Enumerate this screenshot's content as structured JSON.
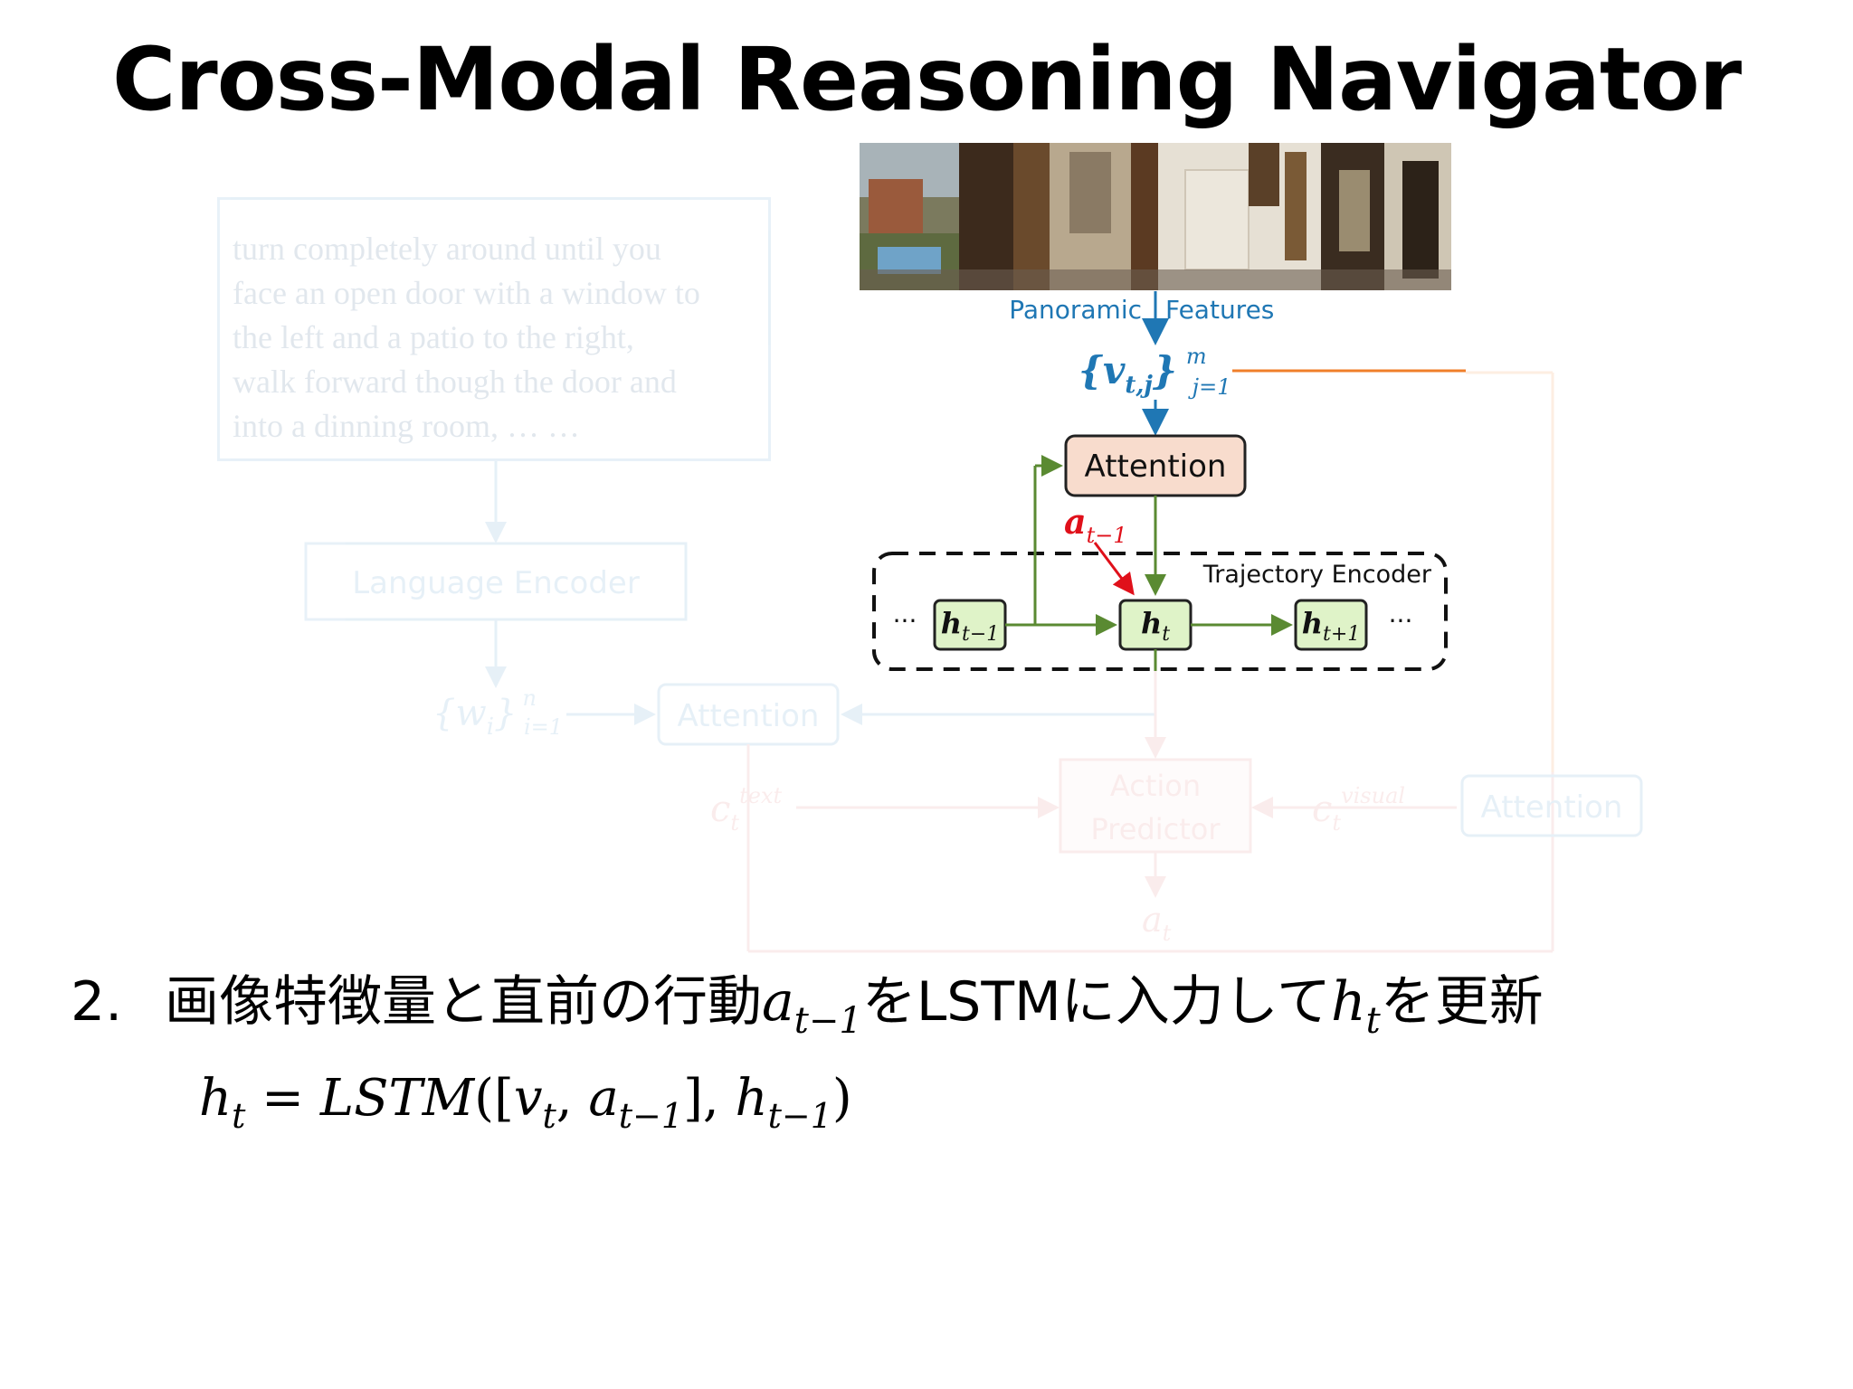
{
  "slide": {
    "title": "Cross-Modal Reasoning Navigator",
    "bullet_number": "2.",
    "bullet_text_1": "画像特徴量と直前の行動",
    "bullet_math_1": "a",
    "bullet_math_1_sub": "t−1",
    "bullet_text_2": "をLSTMに入力して",
    "bullet_math_2": "h",
    "bullet_math_2_sub": "t",
    "bullet_text_3": "を更新",
    "equation": {
      "lhs": "h",
      "lhs_sub": "t",
      "eq": " = ",
      "func": "LSTM",
      "open": "([",
      "v": "v",
      "v_sub": "t",
      "comma1": ", ",
      "a": "a",
      "a_sub": "t−1",
      "mid": "], ",
      "h": "h",
      "h_sub": "t−1",
      "close": ")"
    }
  },
  "diagram": {
    "instruction_text": "turn completely around until you\nface an open door with a window to\nthe left and a patio to the right,\nwalk forward though the door and\ninto a dinning room, … …",
    "language_encoder": "Language Encoder",
    "word_features": "{w",
    "word_features_sub": "i",
    "word_features_close": "}",
    "word_features_sup": "n",
    "word_features_range": "i=1",
    "text_attention": "Attention",
    "panoramic_label": "Panoramic",
    "features_label": "Features",
    "visual_features": "{v",
    "visual_features_sub": "t,j",
    "visual_features_close": "}",
    "visual_features_sup": "m",
    "visual_features_range": "j=1",
    "visual_attention": "Attention",
    "prev_action": "a",
    "prev_action_sub": "t−1",
    "trajectory_encoder": "Trajectory Encoder",
    "h_prev": "h",
    "h_prev_sub": "t−1",
    "h_curr": "h",
    "h_curr_sub": "t",
    "h_next": "h",
    "h_next_sub": "t+1",
    "ellipsis_left": "···",
    "ellipsis_right": "···",
    "c_text": "c",
    "c_text_sub": "t",
    "c_text_sup": "text",
    "action_predictor_1": "Action",
    "action_predictor_2": "Predictor",
    "c_visual": "c",
    "c_visual_sub": "t",
    "c_visual_sup": "visual",
    "right_attention": "Attention",
    "action_output": "a",
    "action_output_sub": "t"
  },
  "colors": {
    "blue": "#1f77b4",
    "green": "#5a8a32",
    "red": "#e0101a",
    "orange": "#f07f2a",
    "attention_fill": "#f8dccd",
    "node_fill": "#dff3c8",
    "faded_blue": "#4a90c8",
    "faded_red": "#e88080"
  }
}
